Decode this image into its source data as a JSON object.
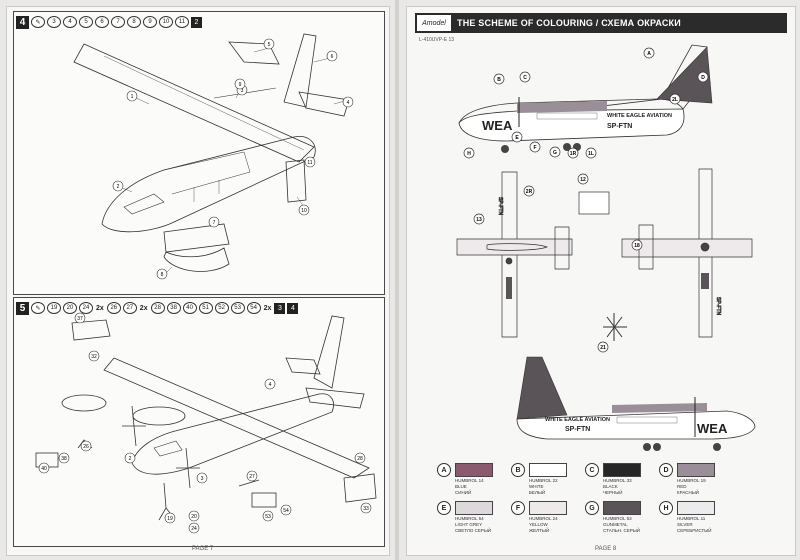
{
  "left_page": {
    "step4": {
      "number": "4",
      "parts": [
        "3",
        "4",
        "5",
        "6",
        "7",
        "8",
        "9",
        "10",
        "11"
      ],
      "end_badge": "2",
      "callouts": [
        "1",
        "2",
        "3",
        "4",
        "5",
        "6",
        "7",
        "8",
        "9",
        "10",
        "11"
      ]
    },
    "step5": {
      "number": "5",
      "parts_a": [
        "19",
        "20",
        "24"
      ],
      "mult_a": "2x",
      "parts_b": [
        "26",
        "27"
      ],
      "mult_b": "2x",
      "parts_c": [
        "28",
        "38",
        "40",
        "51",
        "52",
        "53",
        "54"
      ],
      "mult_c": "2x",
      "end_badges": [
        "3",
        "4"
      ],
      "callouts": [
        "37",
        "32",
        "2",
        "4",
        "3",
        "40",
        "26",
        "38",
        "20",
        "19",
        "24",
        "53",
        "54",
        "33",
        "27",
        "28"
      ]
    },
    "page_label": "PAGE 7"
  },
  "right_page": {
    "title": "THE SCHEME OF COLOURING / СХЕМА ОКРАСКИ",
    "logo": "Amodel",
    "code": "L-410UVP-E 13",
    "livery": {
      "airline": "WHITE EAGLE AVIATION",
      "registration": "SP-FTN",
      "code": "WEA"
    },
    "markers": [
      "A",
      "B",
      "C",
      "D",
      "E",
      "F",
      "G",
      "H",
      "1L",
      "1R",
      "2L",
      "2R",
      "12",
      "13",
      "18",
      "21"
    ],
    "palette": [
      {
        "letter": "A",
        "name": "HUMBROL 14",
        "name_en": "BLUE",
        "name_ru": "СИНИЙ",
        "color": "#8a5a6e"
      },
      {
        "letter": "B",
        "name": "HUMBROL 22",
        "name_en": "WHITE",
        "name_ru": "БЕЛЫЙ",
        "color": "#ffffff"
      },
      {
        "letter": "C",
        "name": "HUMBROL 33",
        "name_en": "BLACK",
        "name_ru": "ЧЕРНЫЙ",
        "color": "#262626"
      },
      {
        "letter": "D",
        "name": "HUMBROL 19",
        "name_en": "RED",
        "name_ru": "КРАСНЫЙ",
        "color": "#9a8e98"
      },
      {
        "letter": "E",
        "name": "HUMBROL 64",
        "name_en": "LIGHT GREY",
        "name_ru": "СВЕТЛО СЕРЫЙ",
        "color": "#dcd8dc"
      },
      {
        "letter": "F",
        "name": "HUMBROL 24",
        "name_en": "YELLOW",
        "name_ru": "ЖЕЛТЫЙ",
        "color": "#eeeaec"
      },
      {
        "letter": "G",
        "name": "HUMBROL 53",
        "name_en": "GUNMETAL",
        "name_ru": "СТАЛЬН. СЕРЫЙ",
        "color": "#5a5458"
      },
      {
        "letter": "H",
        "name": "HUMBROL 11",
        "name_en": "SILVER",
        "name_ru": "СЕРЕБРИСТЫЙ",
        "color": "#ecebed"
      }
    ],
    "page_label": "PAGE 8"
  }
}
